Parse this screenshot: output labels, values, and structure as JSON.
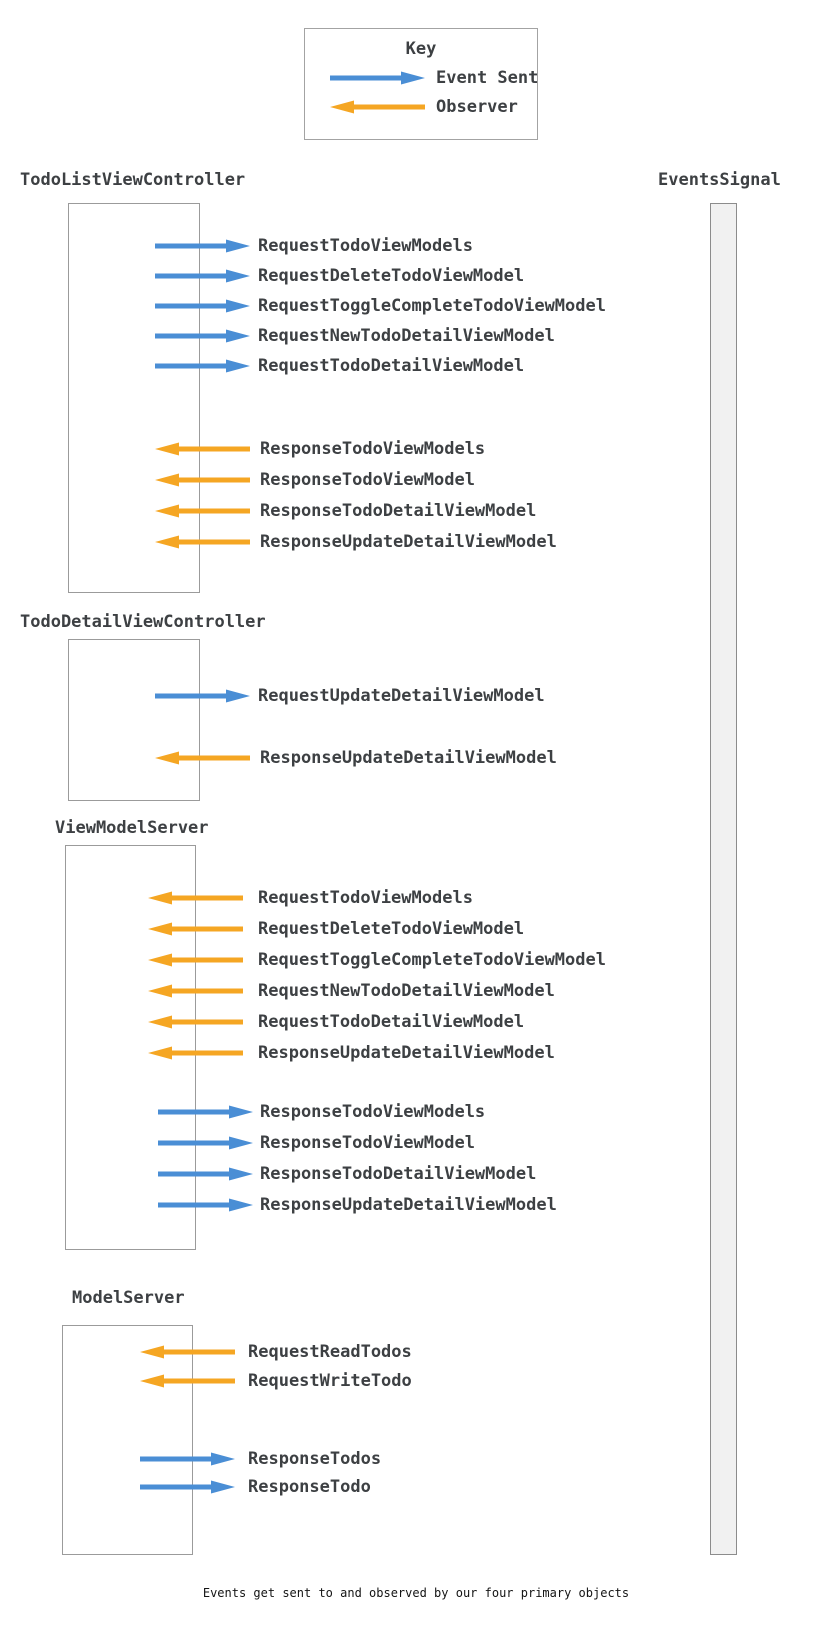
{
  "key": {
    "title": "Key",
    "items": [
      {
        "label": "Event Sent",
        "type": "sent"
      },
      {
        "label": "Observer",
        "type": "observer"
      }
    ]
  },
  "colors": {
    "event_sent": "#4a8ed5",
    "observer": "#f5a623",
    "text": "#3d4043"
  },
  "events_signal": {
    "title": "EventsSignal"
  },
  "sections": [
    {
      "title": "TodoListViewController",
      "groups": [
        {
          "type": "sent",
          "events": [
            "RequestTodoViewModels",
            "RequestDeleteTodoViewModel",
            "RequestToggleCompleteTodoViewModel",
            "RequestNewTodoDetailViewModel",
            "RequestTodoDetailViewModel"
          ]
        },
        {
          "type": "observer",
          "events": [
            "ResponseTodoViewModels",
            "ResponseTodoViewModel",
            "ResponseTodoDetailViewModel",
            "ResponseUpdateDetailViewModel"
          ]
        }
      ]
    },
    {
      "title": "TodoDetailViewController",
      "groups": [
        {
          "type": "sent",
          "events": [
            "RequestUpdateDetailViewModel"
          ]
        },
        {
          "type": "observer",
          "events": [
            "ResponseUpdateDetailViewModel"
          ]
        }
      ]
    },
    {
      "title": "ViewModelServer",
      "groups": [
        {
          "type": "observer",
          "events": [
            "RequestTodoViewModels",
            "RequestDeleteTodoViewModel",
            "RequestToggleCompleteTodoViewModel",
            "RequestNewTodoDetailViewModel",
            "RequestTodoDetailViewModel",
            "ResponseUpdateDetailViewModel"
          ]
        },
        {
          "type": "sent",
          "events": [
            "ResponseTodoViewModels",
            "ResponseTodoViewModel",
            "ResponseTodoDetailViewModel",
            "ResponseUpdateDetailViewModel"
          ]
        }
      ]
    },
    {
      "title": "ModelServer",
      "groups": [
        {
          "type": "observer",
          "events": [
            "RequestReadTodos",
            "RequestWriteTodo"
          ]
        },
        {
          "type": "sent",
          "events": [
            "ResponseTodos",
            "ResponseTodo"
          ]
        }
      ]
    }
  ],
  "caption": "Events get sent to and observed by our four primary objects"
}
